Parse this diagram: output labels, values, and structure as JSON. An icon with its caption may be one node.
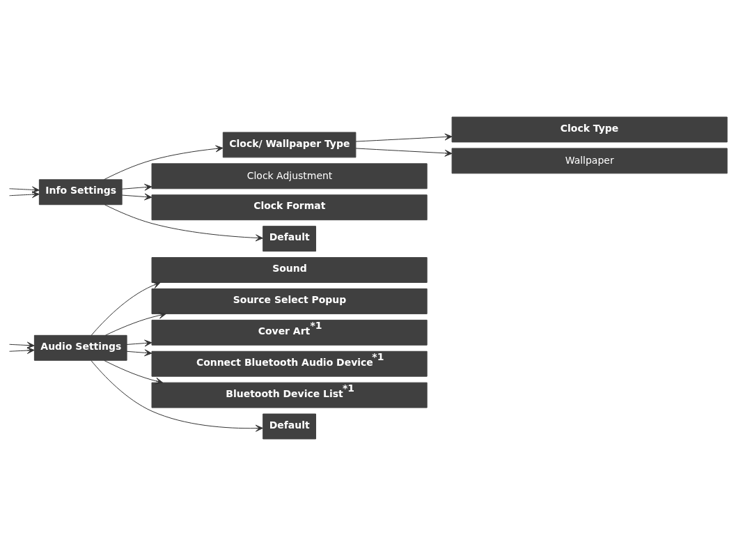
{
  "diagram": {
    "nodes": [
      {
        "text": [
          "Audio Settings"
        ]
      },
      {
        "text": [
          "Sound"
        ]
      },
      {
        "text": [
          "Source Select Popup"
        ]
      },
      {
        "text": [
          "Cover Art$^{*1}$"
        ]
      },
      {
        "text": [
          "Connect Bluetooth Audio Device$^{*1}$"
        ]
      },
      {
        "text": [
          "Bluetooth Device List$^{*1}$"
        ]
      },
      {
        "text": [
          "Default"
        ]
      },
      {
        "text": [
          "Info Settings"
        ]
      },
      {
        "text": [
          "Clock/ Wallpaper Type"
        ]
      },
      {
        "text": [
          "Clock Type"
        ]
      },
      {
        "text": [
          "Wallpaper"
        ]
      },
      {
        "text": [
          "Clock Adjustment"
        ]
      },
      {
        "text": [
          "Clock Format"
        ]
      },
      {
        "text": [
          "Default"
        ]
      }
    ],
    "edges": [
      {
        "from": null,
        "to": 0,
        "arrow": "to"
      },
      {
        "from": null,
        "to": 0,
        "arrow": "to"
      },
      {
        "from": 0,
        "to": 1,
        "arrow": "to"
      },
      {
        "from": 0,
        "to": 2,
        "arrow": "to"
      },
      {
        "from": 0,
        "to": 3,
        "arrow": "to"
      },
      {
        "from": 0,
        "to": 4,
        "arrow": "to"
      },
      {
        "from": 0,
        "to": 5,
        "arrow": "to"
      },
      {
        "from": 0,
        "to": 6,
        "arrow": "to"
      },
      {
        "from": null,
        "to": 7,
        "arrow": "to"
      },
      {
        "from": null,
        "to": 7,
        "arrow": "to"
      },
      {
        "from": 7,
        "to": 8,
        "arrow": "to"
      },
      {
        "from": 8,
        "to": 9,
        "arrow": "to"
      },
      {
        "from": 8,
        "to": 10,
        "arrow": "to"
      },
      {
        "from": 7,
        "to": 11,
        "arrow": "to"
      },
      {
        "from": 7,
        "to": 12,
        "arrow": "to"
      },
      {
        "from": 7,
        "to": 13,
        "arrow": "to"
      }
    ]
  }
}
